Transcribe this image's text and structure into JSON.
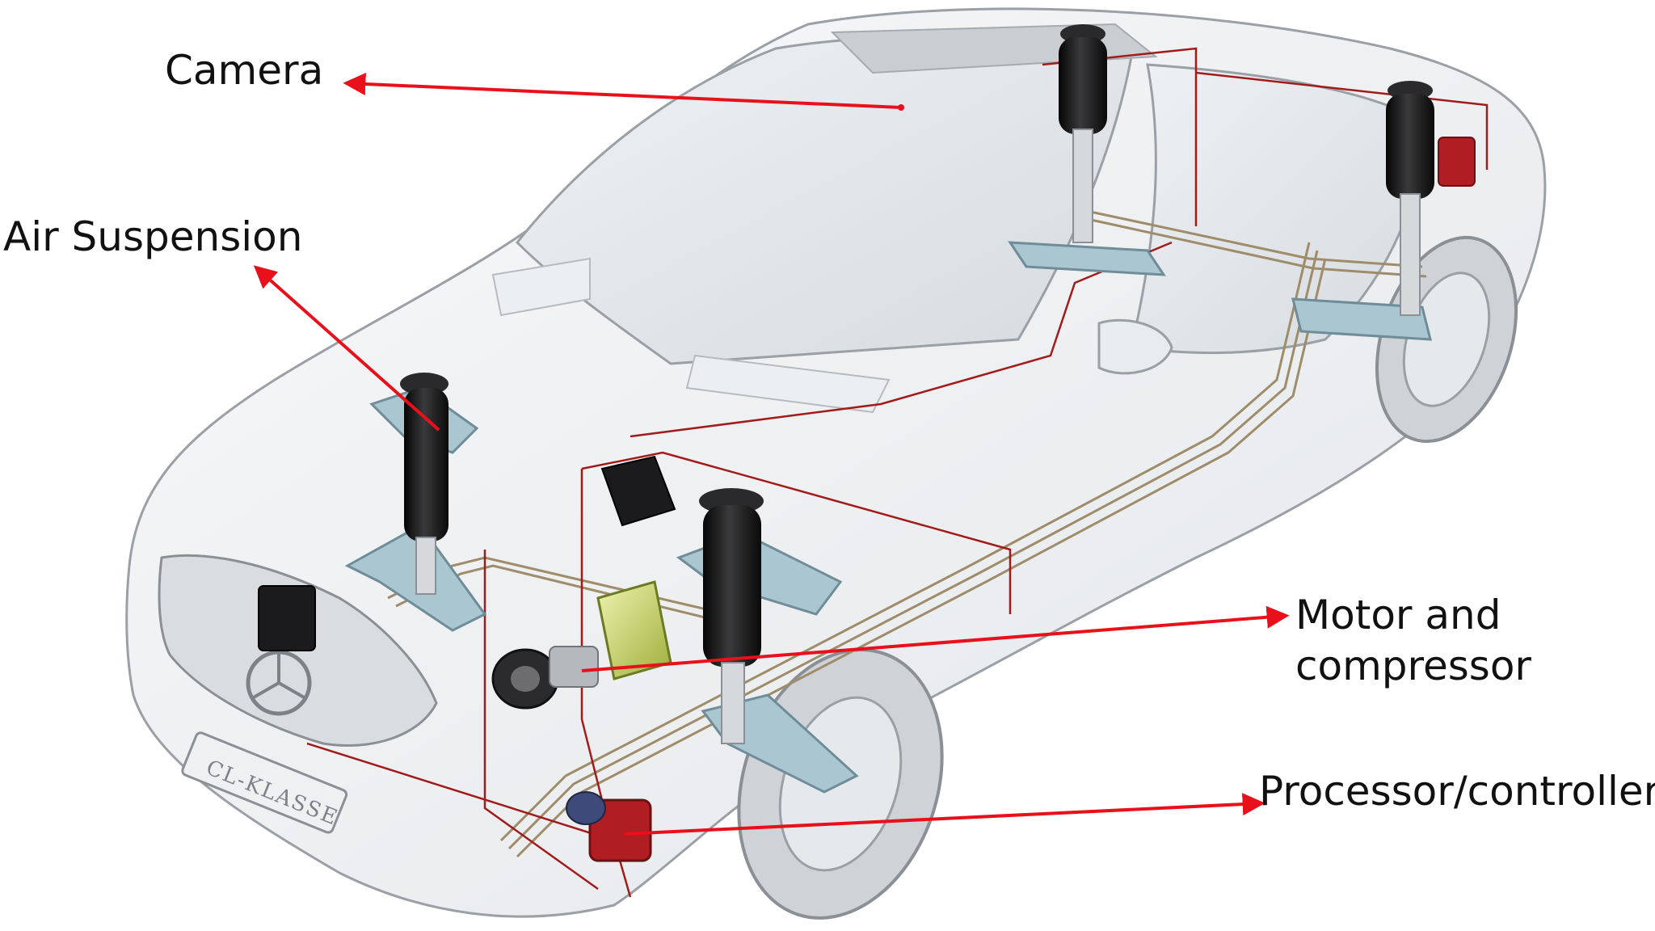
{
  "labels": {
    "camera": "Camera",
    "air_suspension": "Air Suspension",
    "motor_compressor_line1": "Motor and",
    "motor_compressor_line2": "compressor",
    "processor_controller": "Processor/controller"
  },
  "emblem_text": "CL-KLASSE",
  "colors": {
    "arrow": "#e8101b",
    "wiring": "#a21b1b",
    "air_line": "#9e8c6a",
    "body_outline": "#9aa0a6",
    "suspension_arm": "#a9c6d1",
    "air_spring": "#1c1c1e",
    "label_text": "#111111"
  }
}
